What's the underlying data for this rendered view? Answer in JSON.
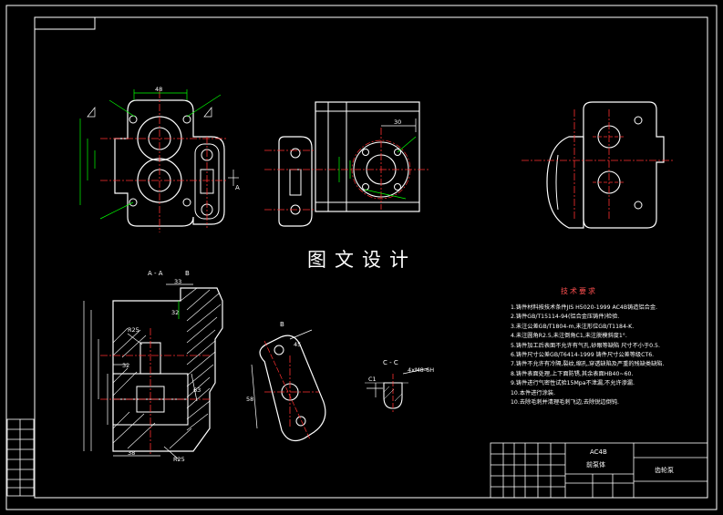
{
  "watermark": "图文设计",
  "section_labels": {
    "aa": "A - A",
    "b_top": "B",
    "b_view": "B",
    "cc": "C - C"
  },
  "dimensions": {
    "top_width": "48",
    "right_width": "30",
    "aa_width": "33",
    "aa_top": "32",
    "aa_bottom": "38",
    "aa_r": "R25",
    "aa_r2": "R25",
    "aa_len": "32",
    "aa_63": "63",
    "cc_thread": "4xM8-6H",
    "cc_c1": "C1",
    "b_angle": "45",
    "b_len": "58"
  },
  "tech_requirements": {
    "title": "技术要求",
    "items": [
      "1.铸件材料按技术条件JIS H5020-1999 AC4B铸造铝合金.",
      "2.铸件GB/T15114-94(铝合金压铸件)检验.",
      "3.未注公差GB/T1804-m,未注形位GB/T1184-K.",
      "4.未注圆角R2.5,未注倒角C1,未注脱模斜度1°.",
      "5.铸件加工后表面不允许有气孔,砂眼等缺陷 尺寸不小于0.5.",
      "6.铸件尺寸公差GB/T6414-1999 铸件尺寸公差等级CT6.",
      "7.铸件不允许有冷隔,裂纹,缩孔,穿透缺陷及严重的残缺类缺陷.",
      "8.铸件表面处理,上下面防锈,其余表面HB40~60.",
      "9.铸件进行气密性试验15Mpa不泄漏,不允许渗漏.",
      "10.本件进行涂装.",
      "10.去除毛刺并清理毛刺飞边,去除锐边倒钝."
    ]
  },
  "title_block": {
    "material": "AC4B",
    "part": "前泵体",
    "school": "齿轮泵"
  }
}
